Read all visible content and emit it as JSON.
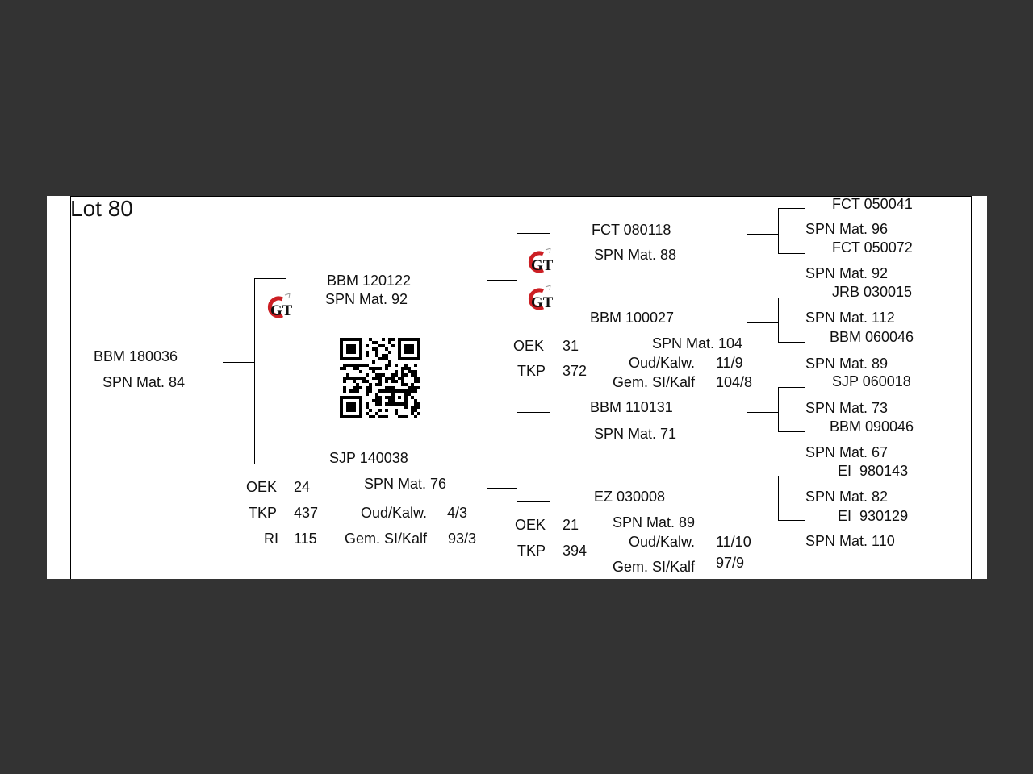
{
  "lot": {
    "title": "Lot 80"
  },
  "brand": {
    "logo_red": "#cc1f24",
    "logo_dark": "#111111",
    "logo_text": "GT"
  },
  "animal": {
    "id": "BBM 180036",
    "spn": "SPN Mat. 84"
  },
  "sire": {
    "id": "BBM 120122",
    "spn": "SPN Mat. 92"
  },
  "dam": {
    "id": "SJP 140038",
    "spn": "SPN Mat. 76",
    "stats": {
      "oek_label": "OEK",
      "oek": "24",
      "tkp_label": "TKP",
      "tkp": "437",
      "ri_label": "RI",
      "ri": "115",
      "oud_label": "Oud/Kalw.",
      "oud": "4/3",
      "gem_label": "Gem. SI/Kalf",
      "gem": "93/3"
    }
  },
  "sire_sire": {
    "id": "FCT 080118",
    "spn": "SPN Mat. 88"
  },
  "sire_dam": {
    "id": "BBM 100027",
    "spn": "SPN Mat. 104",
    "stats": {
      "oek_label": "OEK",
      "oek": "31",
      "tkp_label": "TKP",
      "tkp": "372",
      "oud_label": "Oud/Kalw.",
      "oud": "11/9",
      "gem_label": "Gem. SI/Kalf",
      "gem": "104/8"
    }
  },
  "dam_sire": {
    "id": "BBM 110131",
    "spn": "SPN Mat. 71"
  },
  "dam_dam": {
    "id": "EZ  030008",
    "spn": "SPN Mat. 89",
    "stats": {
      "oek_label": "OEK",
      "oek": "21",
      "tkp_label": "TKP",
      "tkp": "394",
      "oud_label": "Oud/Kalw.",
      "oud": "11/10",
      "gem_label": "Gem. SI/Kalf",
      "gem": "97/9"
    }
  },
  "gen4": [
    {
      "id": "FCT 050041",
      "spn": "SPN Mat. 96"
    },
    {
      "id": "FCT 050072",
      "spn": "SPN Mat. 92"
    },
    {
      "id": "JRB 030015",
      "spn": "SPN Mat. 112"
    },
    {
      "id": "BBM 060046",
      "spn": "SPN Mat. 89"
    },
    {
      "id": "SJP 060018",
      "spn": "SPN Mat. 73"
    },
    {
      "id": "BBM 090046",
      "spn": "SPN Mat. 67"
    },
    {
      "id": "EI  980143",
      "spn": "SPN Mat. 82"
    },
    {
      "id": "EI  930129",
      "spn": "SPN Mat. 110"
    }
  ]
}
